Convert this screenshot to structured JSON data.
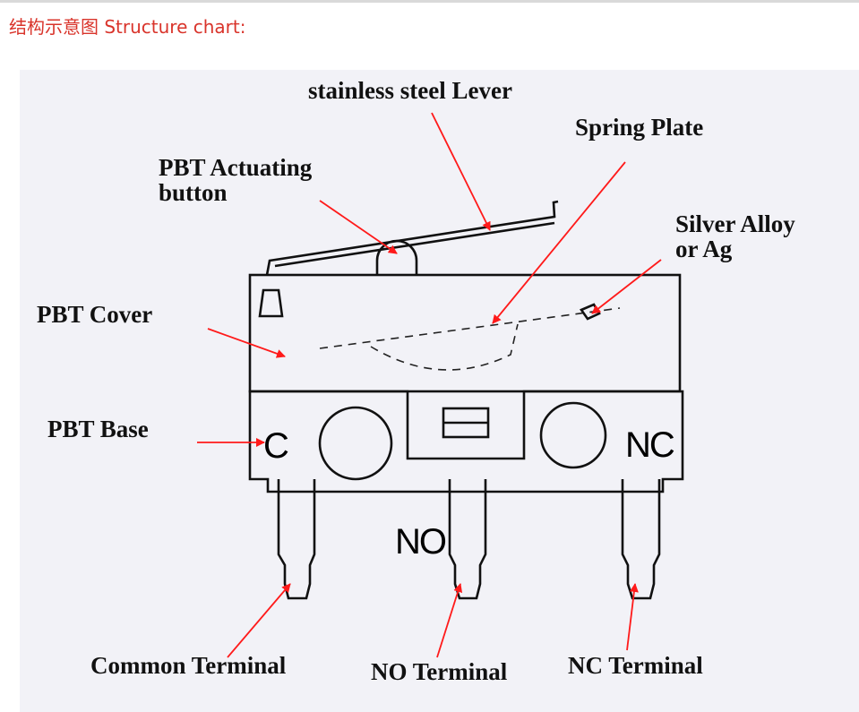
{
  "heading": "结构示意图 Structure chart:",
  "colors": {
    "heading": "#d9342b",
    "arrow": "#ff1a1a",
    "panel": "#f2f2f7",
    "outline": "#111111"
  },
  "labels": {
    "lever": "stainless steel Lever",
    "spring": "Spring Plate",
    "actuator_line1": "PBT Actuating",
    "actuator_line2": "button",
    "silver_line1": "Silver Alloy",
    "silver_line2": "or Ag",
    "cover": "PBT Cover",
    "base": "PBT Base",
    "common": "Common Terminal",
    "no_terminal": "NO Terminal",
    "nc_terminal": "NC Terminal"
  },
  "terminal_marks": {
    "c": "C",
    "no": "NO",
    "nc": "NC"
  }
}
